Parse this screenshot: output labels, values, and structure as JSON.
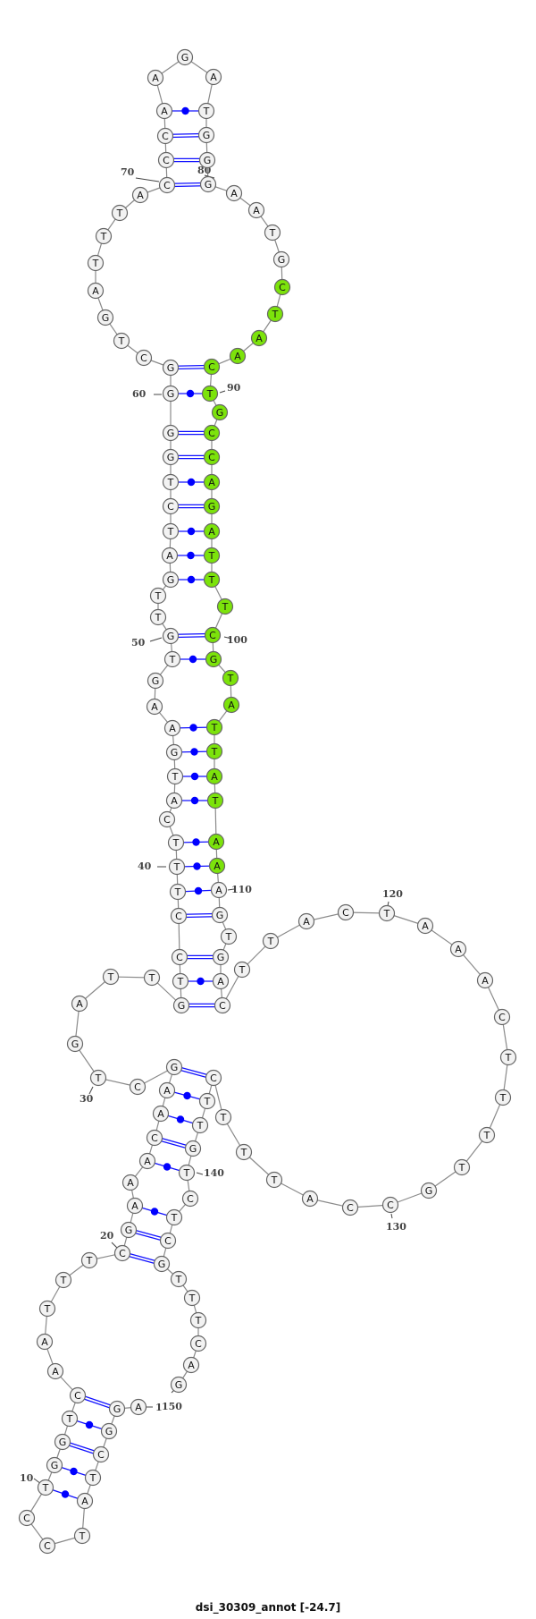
{
  "title": "dsi_30309_annot [-24.7]",
  "sequence": "AGGCTATCCTGGTCAATTTCGAAACAAGCTGATTGTCCTTTCATGAAGTGTTGATCTGGGGCTGATTTACCCAAGATGGGAATGCTAACTGCCAGATTTCGTATTATAAAGTGACTTACTAAACTTTTGCCATTTCTTGTCTCGTTTCAG",
  "pairs": [
    [
      2,
      14
    ],
    [
      3,
      13
    ],
    [
      4,
      12
    ],
    [
      5,
      11
    ],
    [
      6,
      10
    ],
    [
      20,
      144
    ],
    [
      21,
      143
    ],
    [
      22,
      142
    ],
    [
      24,
      140
    ],
    [
      25,
      139
    ],
    [
      26,
      138
    ],
    [
      27,
      137
    ],
    [
      28,
      136
    ],
    [
      35,
      115
    ],
    [
      36,
      114
    ],
    [
      37,
      113
    ],
    [
      38,
      111
    ],
    [
      39,
      110
    ],
    [
      40,
      109
    ],
    [
      41,
      108
    ],
    [
      43,
      107
    ],
    [
      44,
      106
    ],
    [
      45,
      105
    ],
    [
      46,
      104
    ],
    [
      49,
      101
    ],
    [
      50,
      100
    ],
    [
      53,
      98
    ],
    [
      54,
      97
    ],
    [
      55,
      96
    ],
    [
      56,
      95
    ],
    [
      57,
      94
    ],
    [
      58,
      93
    ],
    [
      59,
      92
    ],
    [
      60,
      90
    ],
    [
      61,
      89
    ],
    [
      70,
      80
    ],
    [
      71,
      79
    ],
    [
      72,
      78
    ],
    [
      73,
      77
    ]
  ],
  "highlighted_range": [
    85,
    109
  ],
  "position_labels": [
    1,
    10,
    20,
    30,
    40,
    50,
    60,
    70,
    80,
    90,
    100,
    110,
    120,
    130,
    140,
    150
  ],
  "colors": {
    "highlight": "#7ce30b",
    "base": "#f2f2f2",
    "pair": "#0000ff",
    "backbone": "#8a8a8a"
  }
}
